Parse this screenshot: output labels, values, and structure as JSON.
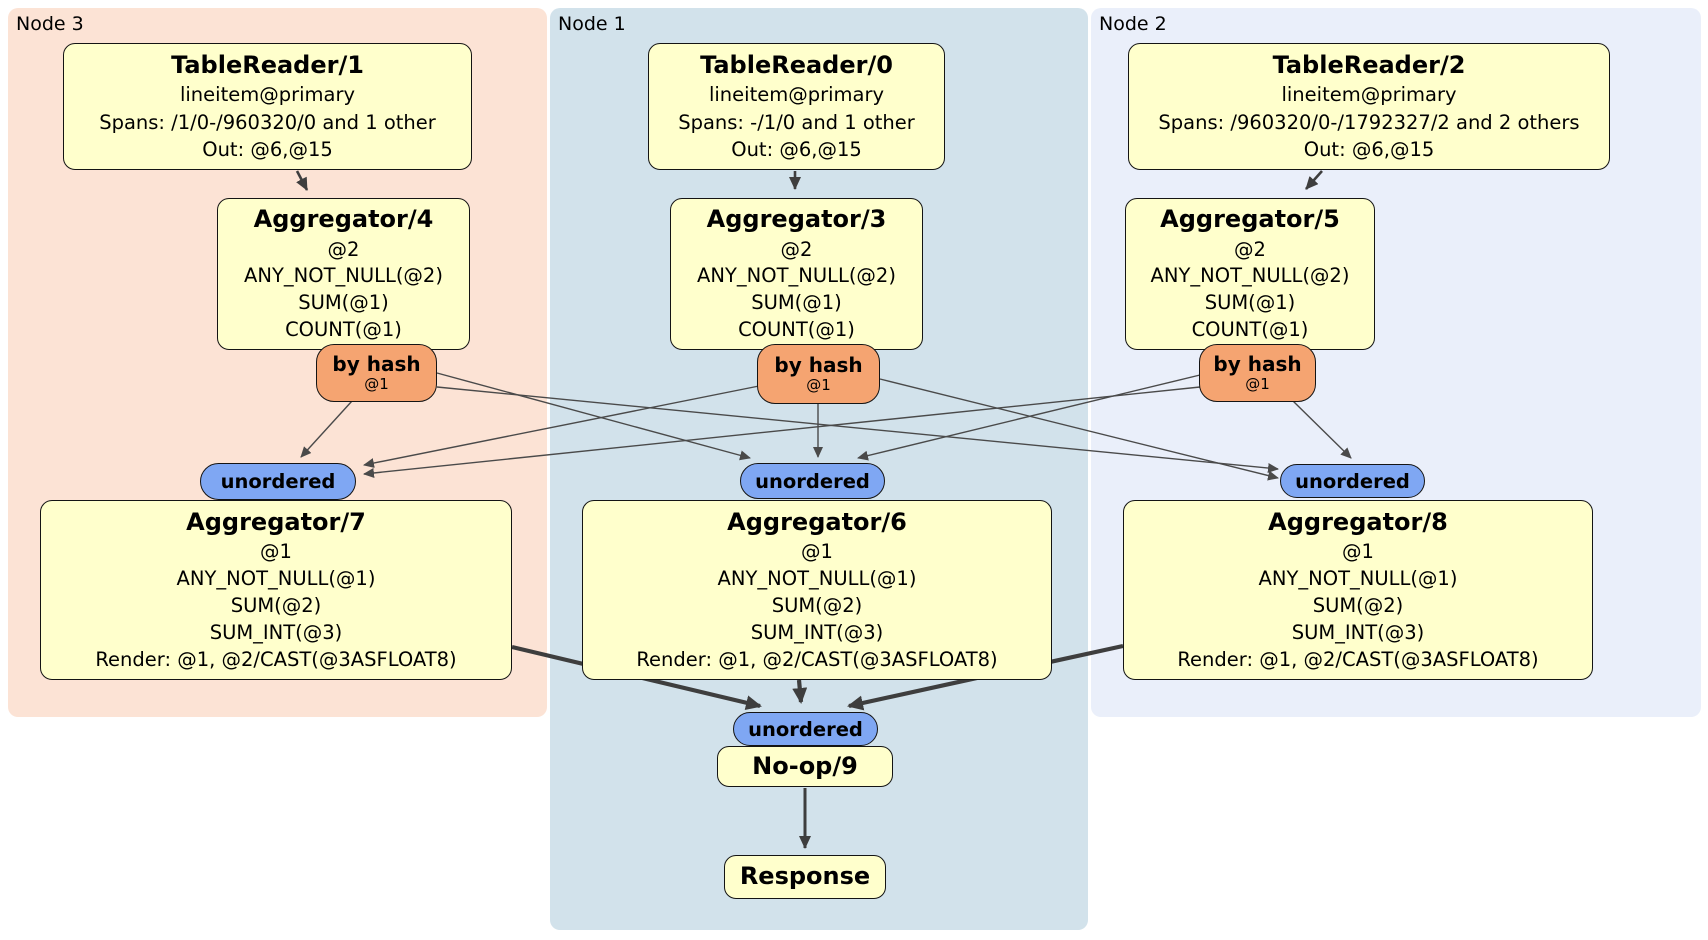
{
  "panels": [
    {
      "label": "Node 3",
      "color": "#FCE3D5"
    },
    {
      "label": "Node 1",
      "color": "#D2E2EB"
    },
    {
      "label": "Node 2",
      "color": "#EAEFFA"
    }
  ],
  "processors": {
    "tr1": {
      "title": "TableReader/1",
      "lines": [
        "lineitem@primary",
        "Spans: /1/0-/960320/0 and 1 other",
        "Out: @6,@15"
      ]
    },
    "tr0": {
      "title": "TableReader/0",
      "lines": [
        "lineitem@primary",
        "Spans: -/1/0 and 1 other",
        "Out: @6,@15"
      ]
    },
    "tr2": {
      "title": "TableReader/2",
      "lines": [
        "lineitem@primary",
        "Spans: /960320/0-/1792327/2 and 2 others",
        "Out: @6,@15"
      ]
    },
    "ag4": {
      "title": "Aggregator/4",
      "lines": [
        "@2",
        "ANY_NOT_NULL(@2)",
        "SUM(@1)",
        "COUNT(@1)"
      ]
    },
    "ag3": {
      "title": "Aggregator/3",
      "lines": [
        "@2",
        "ANY_NOT_NULL(@2)",
        "SUM(@1)",
        "COUNT(@1)"
      ]
    },
    "ag5": {
      "title": "Aggregator/5",
      "lines": [
        "@2",
        "ANY_NOT_NULL(@2)",
        "SUM(@1)",
        "COUNT(@1)"
      ]
    },
    "ag7": {
      "title": "Aggregator/7",
      "lines": [
        "@1",
        "ANY_NOT_NULL(@1)",
        "SUM(@2)",
        "SUM_INT(@3)",
        "Render: @1, @2/CAST(@3ASFLOAT8)"
      ]
    },
    "ag6": {
      "title": "Aggregator/6",
      "lines": [
        "@1",
        "ANY_NOT_NULL(@1)",
        "SUM(@2)",
        "SUM_INT(@3)",
        "Render: @1, @2/CAST(@3ASFLOAT8)"
      ]
    },
    "ag8": {
      "title": "Aggregator/8",
      "lines": [
        "@1",
        "ANY_NOT_NULL(@1)",
        "SUM(@2)",
        "SUM_INT(@3)",
        "Render: @1, @2/CAST(@3ASFLOAT8)"
      ]
    },
    "noop": {
      "title": "No-op/9"
    },
    "response": {
      "title": "Response"
    }
  },
  "routers": [
    {
      "label": "by hash",
      "key": "@1"
    },
    {
      "label": "by hash",
      "key": "@1"
    },
    {
      "label": "by hash",
      "key": "@1"
    }
  ],
  "syncs": [
    {
      "label": "unordered"
    },
    {
      "label": "unordered"
    },
    {
      "label": "unordered"
    },
    {
      "label": "unordered"
    }
  ],
  "edges": [
    "TableReader/1 → Aggregator/4",
    "TableReader/0 → Aggregator/3",
    "TableReader/2 → Aggregator/5",
    "Aggregator/4 (by hash @1) → unordered/Aggregator/7",
    "Aggregator/4 (by hash @1) → unordered/Aggregator/6",
    "Aggregator/4 (by hash @1) → unordered/Aggregator/8",
    "Aggregator/3 (by hash @1) → unordered/Aggregator/7",
    "Aggregator/3 (by hash @1) → unordered/Aggregator/6",
    "Aggregator/3 (by hash @1) → unordered/Aggregator/8",
    "Aggregator/5 (by hash @1) → unordered/Aggregator/7",
    "Aggregator/5 (by hash @1) → unordered/Aggregator/6",
    "Aggregator/5 (by hash @1) → unordered/Aggregator/8",
    "Aggregator/7 → unordered/No-op/9",
    "Aggregator/6 → unordered/No-op/9",
    "Aggregator/8 → unordered/No-op/9",
    "No-op/9 → Response"
  ],
  "colors": {
    "processor_fill": "#FFFFCC",
    "router_fill": "#F5A471",
    "sync_fill": "#7FA7F3",
    "edge": "#4A4A4A",
    "node3_panel": "#FCE3D5",
    "node1_panel": "#D2E2EB",
    "node2_panel": "#EAEFFA"
  }
}
